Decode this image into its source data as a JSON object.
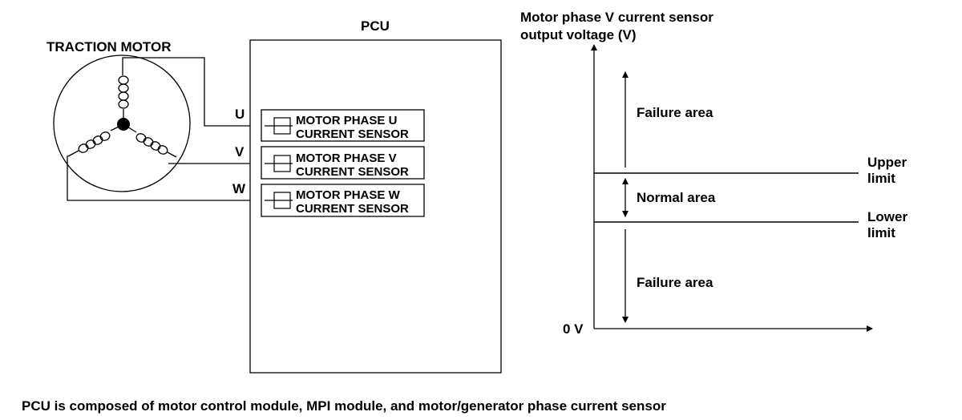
{
  "circuit": {
    "motor_title": "TRACTION MOTOR",
    "pcu_title": "PCU",
    "phase_labels": [
      "U",
      "V",
      "W"
    ],
    "sensors": [
      {
        "line1": "MOTOR PHASE U",
        "line2": "CURRENT SENSOR"
      },
      {
        "line1": "MOTOR PHASE V",
        "line2": "CURRENT SENSOR"
      },
      {
        "line1": "MOTOR PHASE W",
        "line2": "CURRENT SENSOR"
      }
    ]
  },
  "graph": {
    "ylabel_line1": "Motor phase V current sensor",
    "ylabel_line2": "output voltage (V)",
    "zero_label": "0 V",
    "failure_upper": "Failure area",
    "normal": "Normal area",
    "failure_lower": "Failure area",
    "upper_limit_line1": "Upper",
    "upper_limit_line2": "limit",
    "lower_limit_line1": "Lower",
    "lower_limit_line2": "limit"
  },
  "footnote": "PCU is composed of motor control module, MPI module, and motor/generator phase current sensor"
}
